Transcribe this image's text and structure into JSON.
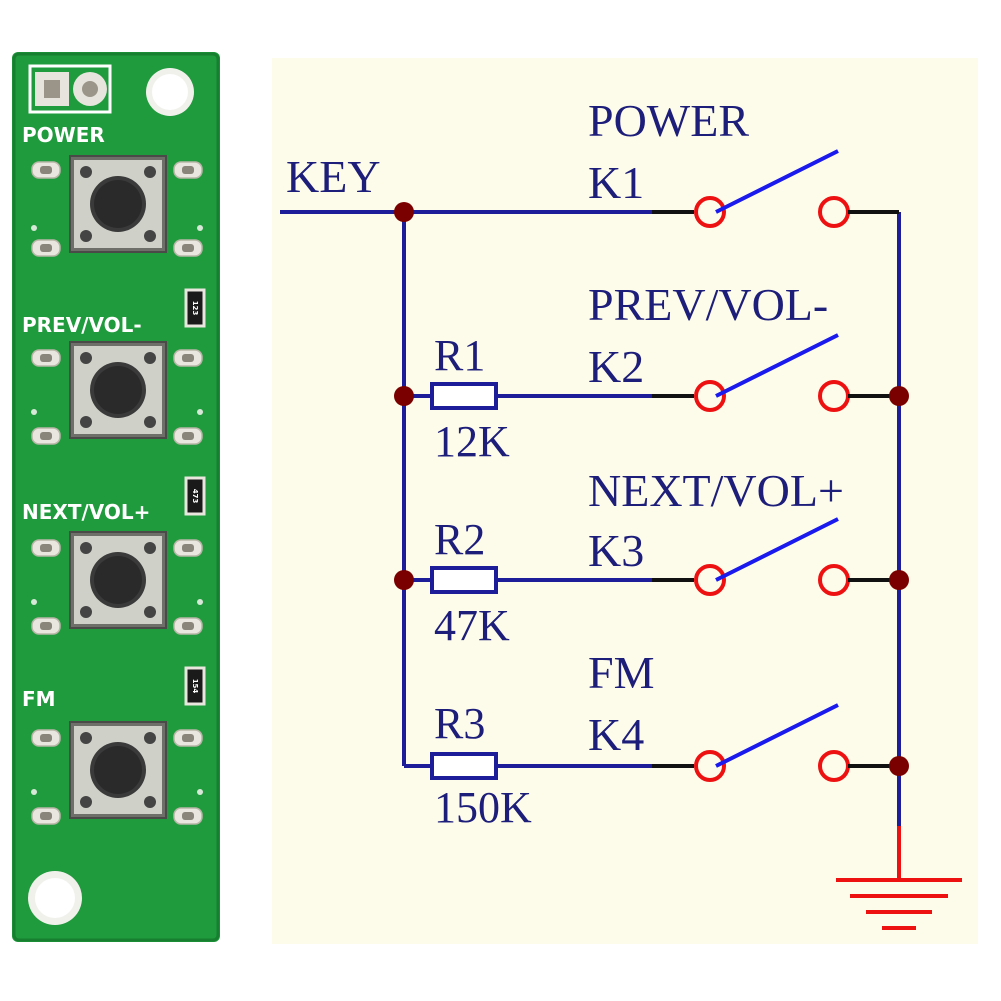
{
  "pcb": {
    "board_color": "#1f9a3c",
    "labels": {
      "power": "POWER",
      "prev_vol": "PREV/VOL-",
      "next_vol": "NEXT/VOL+",
      "fm": "FM"
    },
    "resistor_codes": {
      "r1": "123",
      "r2": "473",
      "r3": "154"
    }
  },
  "schematic": {
    "colors": {
      "background": "#fdfcea",
      "wire": "#1d1d99",
      "junction": "#7a0000",
      "contact": "#ee1111",
      "switch_arm": "#1a1aee",
      "ground": "#ee1111",
      "lead": "#111111",
      "text": "#1d1d7a"
    },
    "input_label": "KEY",
    "keys": [
      {
        "name": "POWER",
        "ref": "K1"
      },
      {
        "name": "PREV/VOL-",
        "ref": "K2"
      },
      {
        "name": "NEXT/VOL+",
        "ref": "K3"
      },
      {
        "name": "FM",
        "ref": "K4"
      }
    ],
    "resistors": [
      {
        "ref": "R1",
        "value": "12K"
      },
      {
        "ref": "R2",
        "value": "47K"
      },
      {
        "ref": "R3",
        "value": "150K"
      }
    ]
  }
}
